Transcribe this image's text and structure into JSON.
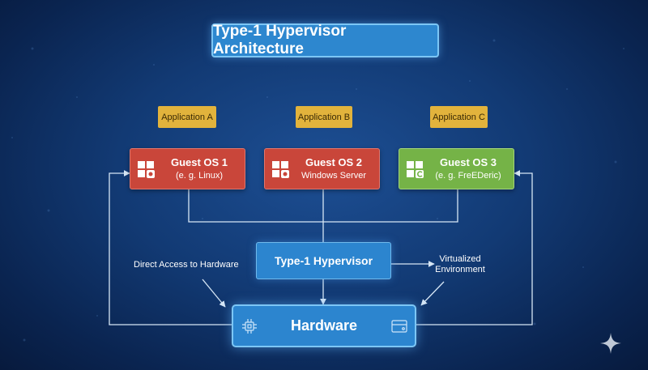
{
  "title": "Type-1 Hypervisor Architecture",
  "applications": [
    {
      "label": "Application A"
    },
    {
      "label": "Application B"
    },
    {
      "label": "Application C"
    }
  ],
  "guests": [
    {
      "name": "Guest OS 1",
      "sub": "(e. g. Linux)",
      "color": "#c9463a"
    },
    {
      "name": "Guest OS 2",
      "sub": "Windows Server",
      "color": "#c9463a"
    },
    {
      "name": "Guest OS 3",
      "sub": "(e. g. FreEDeric)",
      "color": "#75b347"
    }
  ],
  "hypervisor": {
    "label": "Type-1 Hypervisor"
  },
  "hardware": {
    "label": "Hardware"
  },
  "annotations": {
    "direct_access": "Direct Access to Hardware",
    "virtualized": "Virtualized Environment"
  },
  "colors": {
    "background": "#123a74",
    "blue_box": "#2c85cf",
    "app_box": "#e2b33c",
    "guest_red": "#c9463a",
    "guest_green": "#75b347",
    "connector": "#d6e6f5"
  },
  "icons": [
    "windows-grid-icon",
    "cpu-chip-icon",
    "disk-drive-icon",
    "sparkle-icon"
  ]
}
